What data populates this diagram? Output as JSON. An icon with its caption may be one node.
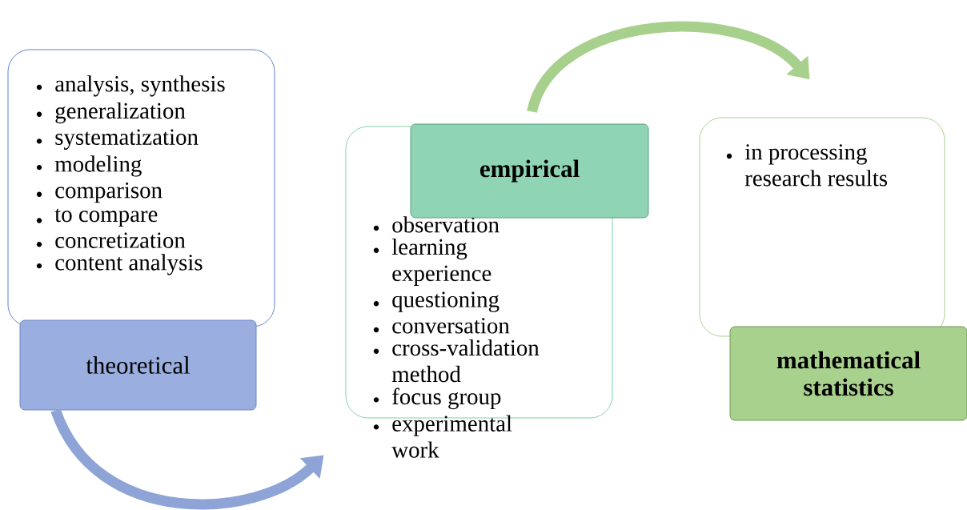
{
  "diagram": {
    "nodes": [
      {
        "text": [
          "analysis, synthesis",
          "generalization",
          "systematization",
          "modeling",
          "comparison",
          "to compare",
          "concretization",
          "content analysis"
        ]
      },
      {
        "text": [
          "theoretical"
        ]
      },
      {
        "text": [
          "observation",
          "learning experience",
          "questioning",
          "conversation",
          "cross-validation method",
          "focus group",
          "experimental work"
        ]
      },
      {
        "text": [
          "empirical"
        ]
      },
      {
        "text": [
          "in processing research results"
        ]
      },
      {
        "text": [
          "mathematical statistics"
        ]
      }
    ],
    "edges": [
      {
        "from": 1,
        "to": 2,
        "arrow": "to",
        "color": "#8ea4d6"
      },
      {
        "from": 3,
        "to": 4,
        "arrow": "to",
        "color": "#a8d08d"
      }
    ]
  }
}
